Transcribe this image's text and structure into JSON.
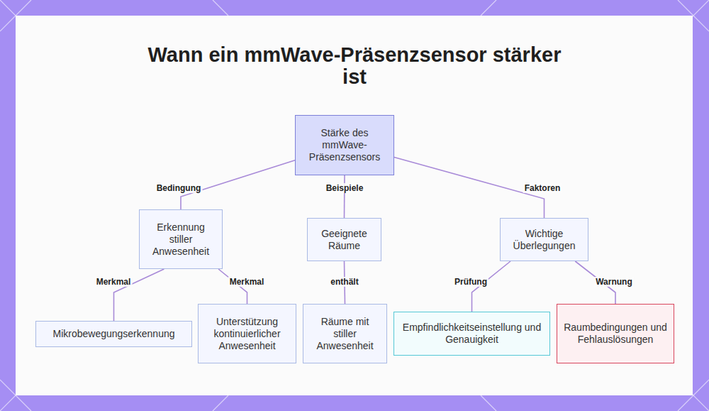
{
  "diagram": {
    "title": "Wann ein mmWave-Präsenzsensor stärker ist",
    "nodes": [
      {
        "text": [
          "Stärke des mmWave-Präsenzsensors"
        ]
      },
      {
        "text": [
          "Erkennung stiller Anwesenheit"
        ]
      },
      {
        "text": [
          "Geeignete Räume"
        ]
      },
      {
        "text": [
          "Wichtige Überlegungen"
        ]
      },
      {
        "text": [
          "Mikrobewegungserkennung"
        ]
      },
      {
        "text": [
          "Unterstützung kontinuierlicher Anwesenheit"
        ]
      },
      {
        "text": [
          "Räume mit stiller Anwesenheit"
        ]
      },
      {
        "text": [
          "Empfindlichkeitseinstellung und Genauigkeit"
        ]
      },
      {
        "text": [
          "Raumbedingungen und Fehlauslösungen"
        ]
      }
    ],
    "edges": [
      {
        "from": 0,
        "to": 1,
        "label": "Bedingung",
        "arrow": "none"
      },
      {
        "from": 0,
        "to": 2,
        "label": "Beispiele",
        "arrow": "none"
      },
      {
        "from": 0,
        "to": 3,
        "label": "Faktoren",
        "arrow": "none"
      },
      {
        "from": 1,
        "to": 4,
        "label": "Merkmal",
        "arrow": "none"
      },
      {
        "from": 1,
        "to": 5,
        "label": "Merkmal",
        "arrow": "none"
      },
      {
        "from": 2,
        "to": 6,
        "label": "enthält",
        "arrow": "none"
      },
      {
        "from": 3,
        "to": 7,
        "label": "Prüfung",
        "arrow": "none"
      },
      {
        "from": 3,
        "to": 8,
        "label": "Warnung",
        "arrow": "none"
      }
    ]
  }
}
